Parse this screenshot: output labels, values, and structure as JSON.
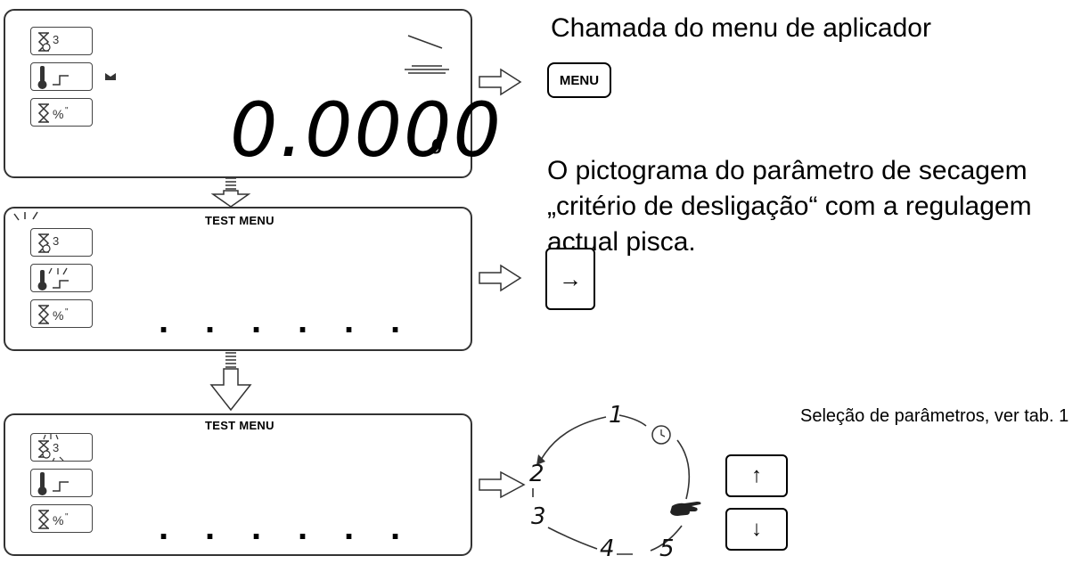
{
  "panel1": {
    "reading": "0.0000",
    "unit": "g"
  },
  "panel2": {
    "menu_title": "TEST MENU",
    "dots": [
      ".",
      ".",
      ".",
      ".",
      ".",
      "."
    ]
  },
  "panel3": {
    "menu_title": "TEST MENU",
    "dots": [
      ".",
      ".",
      ".",
      ".",
      ".",
      "."
    ]
  },
  "instructions": {
    "step1_text": "Chamada do menu de aplicador",
    "menu_key_label": "MENU",
    "step2_text_lines": [
      "O pictograma do parâmetro de secagem",
      "„critério de desligação“ com a regulagem",
      "actual pisca."
    ],
    "right_key_label": "→",
    "step3_text": "Seleção de parâmetros, ver tab. 1",
    "up_key_label": "↑",
    "down_key_label": "↓"
  },
  "cycle": {
    "labels": [
      "1",
      "2",
      "3",
      "4",
      "5"
    ]
  },
  "icons": {
    "param1": "hourglass-clock-icon",
    "param2": "thermometer-ramp-icon",
    "param3": "hourglass-percent-icon",
    "stable": "stability-indicator-icon",
    "pan": "weighing-pan-icon",
    "clock": "clock-icon",
    "hand": "pointing-hand-icon"
  }
}
